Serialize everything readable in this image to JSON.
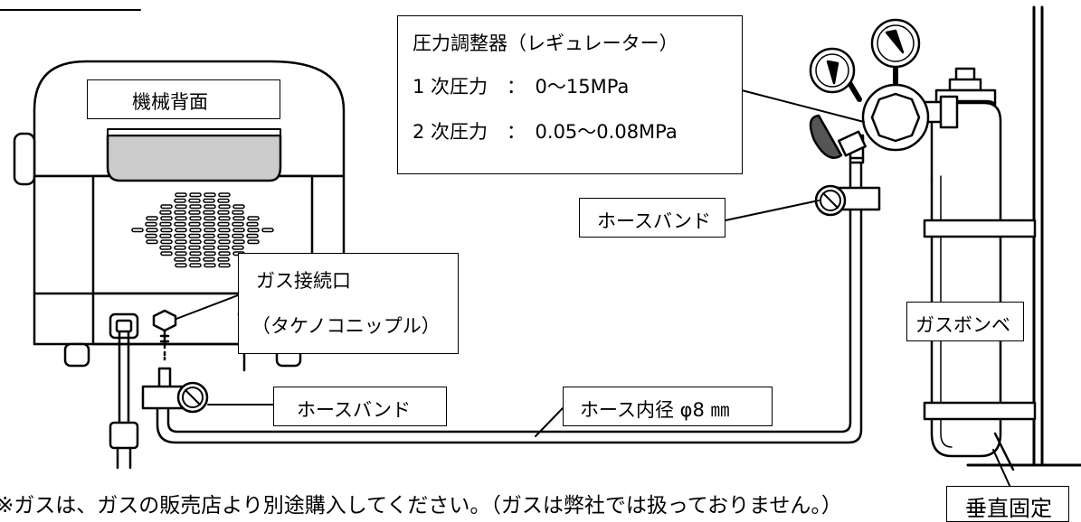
{
  "labels": {
    "machine_back": "機械背面",
    "regulator_title": "圧力調整器（レギュレーター）",
    "primary_pressure": "1 次圧力　：　0〜15MPa",
    "secondary_pressure": "2 次圧力　：　0.05〜0.08MPa",
    "hose_band_upper": "ホースバンド",
    "gas_inlet": "ガス接続口",
    "gas_inlet_type": "（タケノコニップル）",
    "hose_band_lower": "ホースバンド",
    "hose_diameter": "ホース内径 φ8 ㎜",
    "gas_cylinder": "ガスボンベ",
    "vertical_fix": "垂直固定",
    "footnote": "※ガスは、ガスの販売店より別途購入してください。（ガスは弊社では扱っておりません。）"
  },
  "colors": {
    "line": "#000000",
    "tank_fill": "#cccccc",
    "background": "#ffffff"
  }
}
